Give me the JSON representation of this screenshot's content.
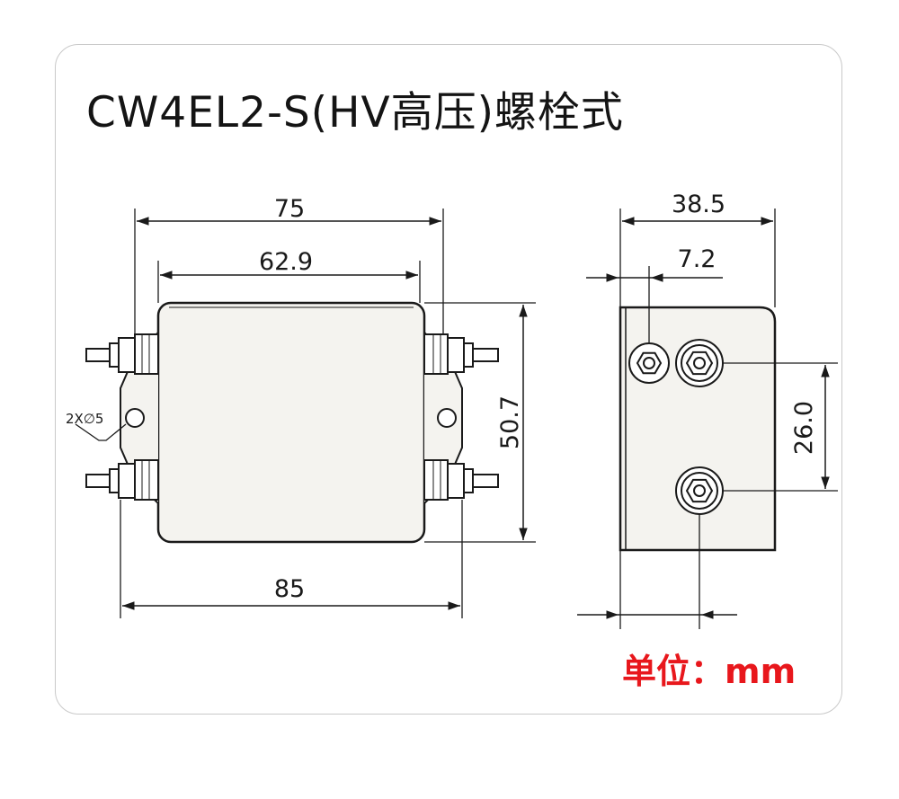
{
  "title": "CW4EL2-S(HV高压)螺栓式",
  "unit_label": "单位：mm",
  "colors": {
    "unit": "#e8171c",
    "line": "#1a1a1a",
    "body_fill": "#f4f3ef"
  },
  "front_view": {
    "dim_overall_width": "75",
    "dim_body_width": "62.9",
    "dim_mount_span": "85",
    "dim_height": "50.7",
    "hole_callout": "2X∅5"
  },
  "side_view": {
    "dim_depth": "38.5",
    "dim_offset": "7.2",
    "dim_terminal_pitch": "26.0"
  }
}
